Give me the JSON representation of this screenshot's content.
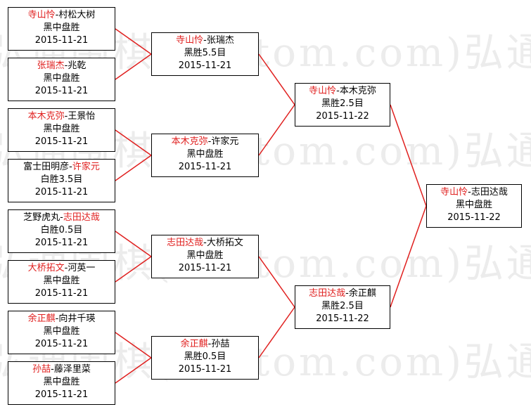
{
  "watermark": [
    "弘通围棋(hoetom.com)弘通围棋",
    "弘通围棋(hoetom.com)弘通围棋",
    "弘通围棋(hoetom.com)弘通围棋",
    "弘通围棋(hoetom.com)弘通围棋"
  ],
  "rounds": [
    [
      {
        "a": "寺山怜",
        "b": "村松大树",
        "win": "a",
        "result": "黑中盘胜",
        "date": "2015-11-21"
      },
      {
        "a": "张瑞杰",
        "b": "兆乾",
        "win": "a",
        "result": "黑中盘胜",
        "date": "2015-11-21"
      },
      {
        "a": "本木克弥",
        "b": "王景怡",
        "win": "a",
        "result": "黑中盘胜",
        "date": "2015-11-21"
      },
      {
        "a": "富士田明彦",
        "b": "许家元",
        "win": "b",
        "result": "白胜3.5目",
        "date": "2015-11-21"
      },
      {
        "a": "芝野虎丸",
        "b": "志田达哉",
        "win": "b",
        "result": "白胜0.5目",
        "date": "2015-11-21"
      },
      {
        "a": "大桥拓文",
        "b": "河英一",
        "win": "a",
        "result": "黑中盘胜",
        "date": "2015-11-21"
      },
      {
        "a": "余正麒",
        "b": "向井千瑛",
        "win": "a",
        "result": "黑中盘胜",
        "date": "2015-11-21"
      },
      {
        "a": "孙喆",
        "b": "藤泽里菜",
        "win": "a",
        "result": "黑中盘胜",
        "date": "2015-11-21"
      }
    ],
    [
      {
        "a": "寺山怜",
        "b": "张瑞杰",
        "win": "a",
        "result": "黑胜5.5目",
        "date": "2015-11-21"
      },
      {
        "a": "本木克弥",
        "b": "许家元",
        "win": "a",
        "result": "黑中盘胜",
        "date": "2015-11-21"
      },
      {
        "a": "志田达哉",
        "b": "大桥拓文",
        "win": "a",
        "result": "黑中盘胜",
        "date": "2015-11-21"
      },
      {
        "a": "余正麒",
        "b": "孙喆",
        "win": "a",
        "result": "黑胜0.5目",
        "date": "2015-11-21"
      }
    ],
    [
      {
        "a": "寺山怜",
        "b": "本木克弥",
        "win": "a",
        "result": "黑胜2.5目",
        "date": "2015-11-22"
      },
      {
        "a": "志田达哉",
        "b": "余正麒",
        "win": "a",
        "result": "黑胜2.5目",
        "date": "2015-11-22"
      }
    ],
    [
      {
        "a": "寺山怜",
        "b": "志田达哉",
        "win": "a",
        "result": "黑中盘胜",
        "date": "2015-11-22"
      }
    ]
  ],
  "colors": {
    "winner": "#e0201f",
    "connector": "#e0201f",
    "border": "#000000",
    "watermark": "#ececec"
  }
}
